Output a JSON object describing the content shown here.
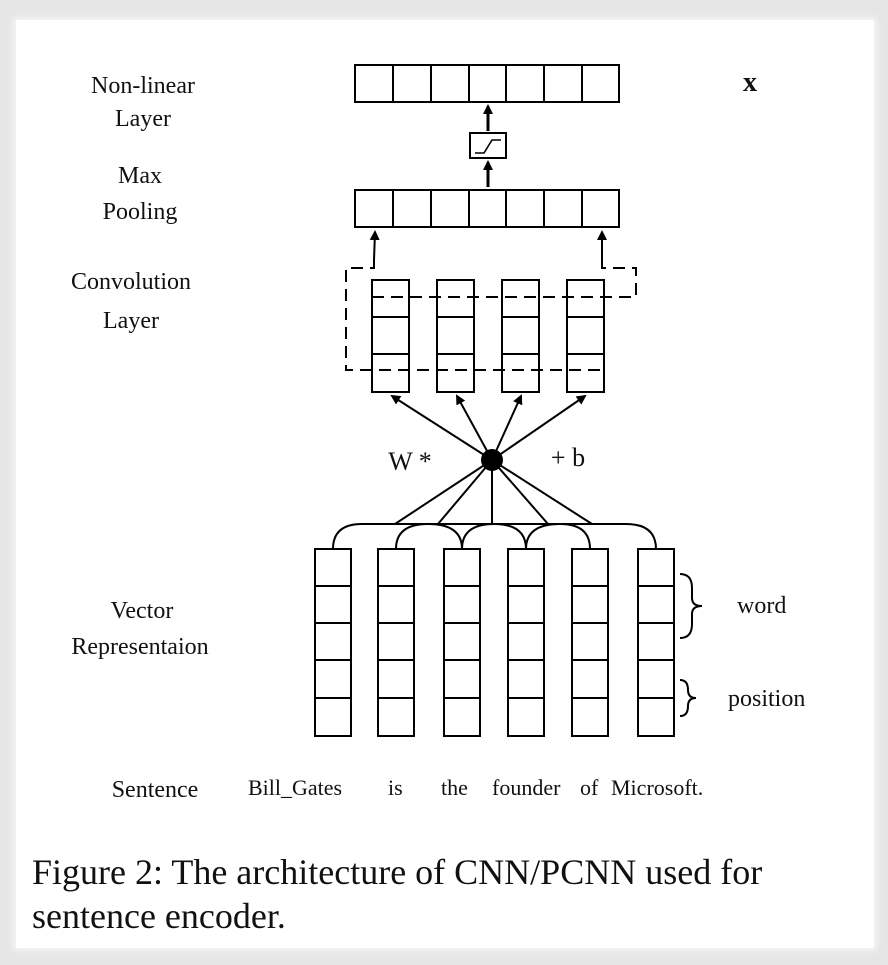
{
  "diagram": {
    "layers": {
      "nonlinear": [
        "Non-linear",
        "Layer"
      ],
      "maxpool": [
        "Max",
        "Pooling"
      ],
      "conv": [
        "Convolution",
        "Layer"
      ],
      "vector": [
        "Vector",
        "Represent­aion"
      ],
      "sentence": "Sentence"
    },
    "output_symbol": "x",
    "operator_left": "W *",
    "operator_right": "+ b",
    "brace_labels": {
      "word": "word",
      "position": "position"
    },
    "sentence_tokens": [
      "Bill_Gates",
      "is",
      "the",
      "founder",
      "of",
      "Microsoft."
    ],
    "activation_icon": "sigmoid-icon"
  },
  "caption": {
    "line1": "Figure 2: The architecture of CNN/PCNN used for",
    "line2": "sentence encoder."
  }
}
